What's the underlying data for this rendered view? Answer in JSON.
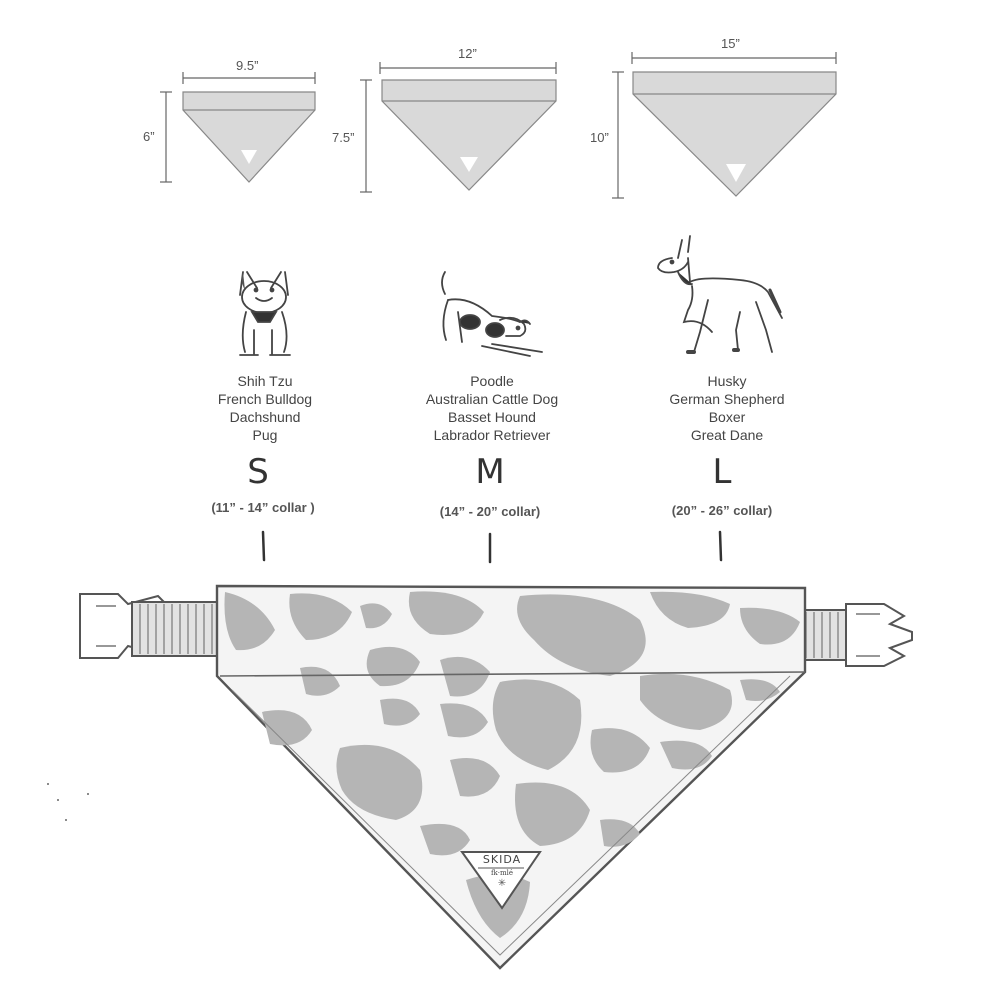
{
  "colors": {
    "fabric": "#d6d6d6",
    "outline": "#777777",
    "spots": "#b3b3b3",
    "ink": "#444444"
  },
  "sizes": [
    {
      "letter": "S",
      "collar": "(11” - 14” collar )",
      "width": "9.5”",
      "height": "6”",
      "breeds": [
        "Shih Tzu",
        "French Bulldog",
        "Dachshund",
        "Pug"
      ],
      "icon": "sitting-bulldog-icon"
    },
    {
      "letter": "M",
      "collar": "(14” - 20” collar)",
      "width": "12”",
      "height": "7.5”",
      "breeds": [
        "Poodle",
        "Australian Cattle Dog",
        "Basset Hound",
        "Labrador Retriever"
      ],
      "icon": "stretching-dog-icon"
    },
    {
      "letter": "L",
      "collar": "(20” - 26” collar)",
      "width": "15”",
      "height": "10”",
      "breeds": [
        "Husky",
        "German Shepherd",
        "Boxer",
        "Great Dane"
      ],
      "icon": "walking-dog-icon"
    }
  ],
  "product": {
    "brand": "SKIDA",
    "signature": "fk·mlé"
  }
}
